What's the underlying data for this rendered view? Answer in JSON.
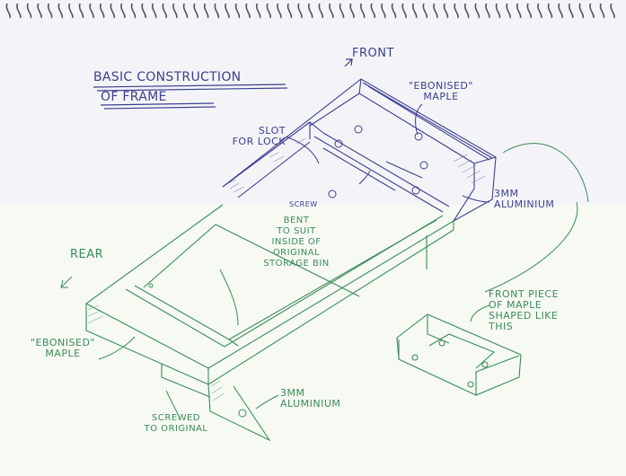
{
  "title": {
    "line1": "BASIC CONSTRUCTION",
    "line2": "OF FRAME"
  },
  "labels": {
    "front": "FRONT",
    "ebonised_maple_top": "\"EBONISED\"\nMAPLE",
    "slot_for_lock": "SLOT\nFOR LOCK",
    "screw": "SCREW",
    "aluminium_top": "3MM\nALUMINIUM",
    "bent_note": "BENT\nTO SUIT\nINSIDE OF\nORIGINAL\nSTORAGE BIN",
    "rear": "REAR",
    "front_piece": "FRONT PIECE\nOF MAPLE\nSHAPED LIKE\nTHIS",
    "ebonised_maple_left": "\"EBONISED\"\nMAPLE",
    "aluminium_bottom": "3MM\nALUMINIUM",
    "screwed_to_original": "SCREWED\nTO ORIGINAL"
  },
  "colors": {
    "ink_blue": "#3a3f8f",
    "ink_green": "#3d8a5a",
    "paper_top": "#f4f4f8",
    "paper_bottom": "#f6faf3",
    "spiral": "#555555"
  },
  "icons": {
    "binding": "spiral-binding-icon"
  }
}
